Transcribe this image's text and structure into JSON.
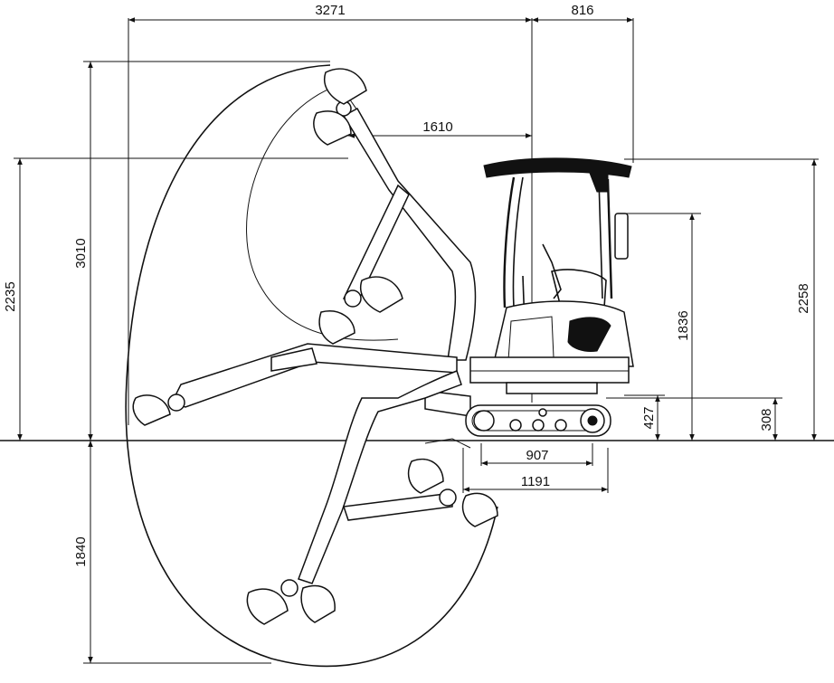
{
  "dimensions": {
    "max_reach": "3271",
    "tail_swing": "816",
    "min_swing_radius": "1610",
    "dump_height": "2235",
    "dig_height": "3010",
    "dig_depth": "1840",
    "overall_height": "2258",
    "upper_height": "1836",
    "blade_lift": "427",
    "blade_depth": "308",
    "track_length": "907",
    "undercarriage_length": "1191"
  }
}
